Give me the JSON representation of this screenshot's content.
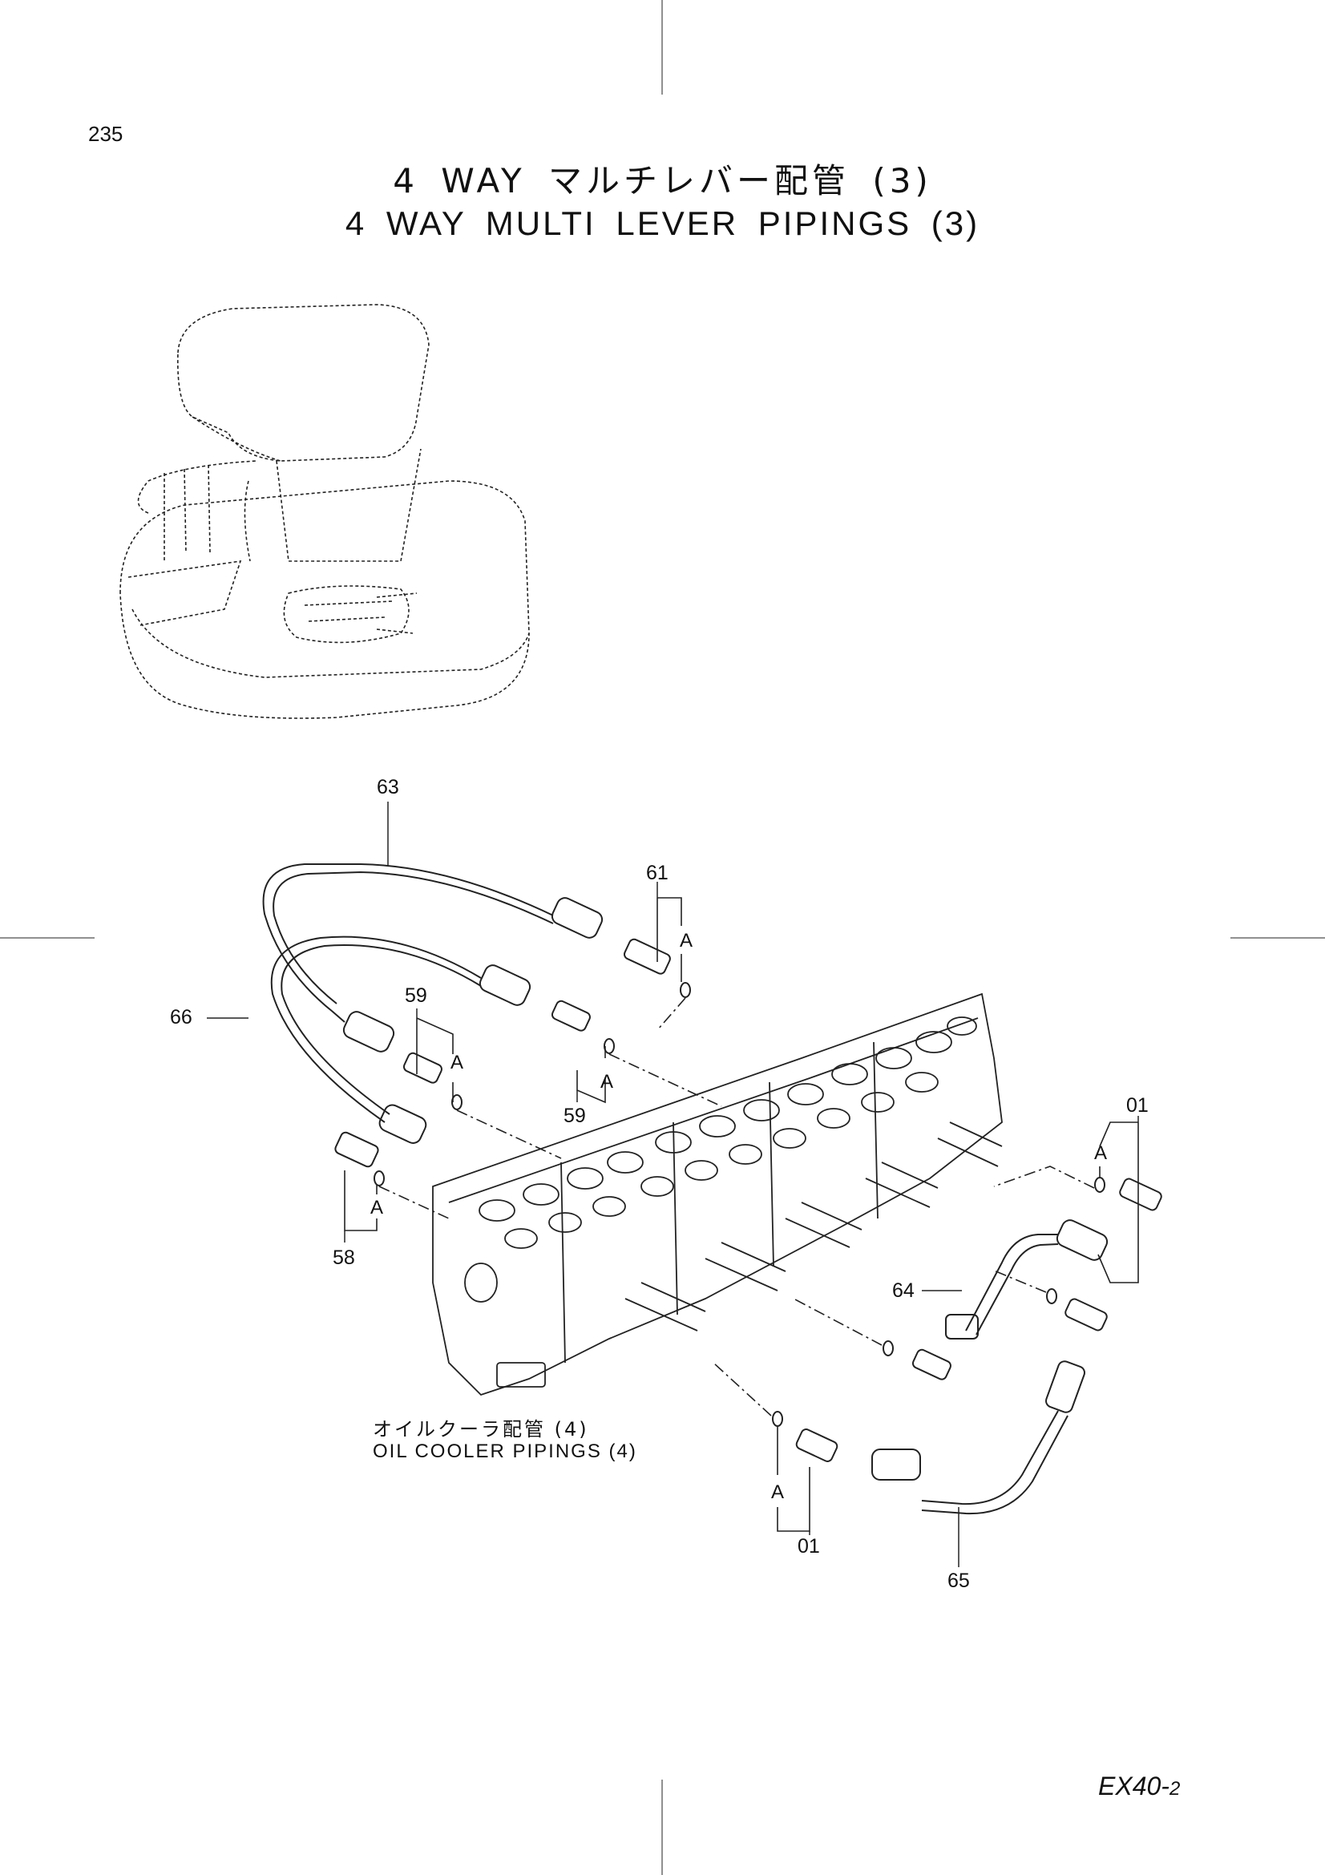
{
  "page": {
    "page_number": "235",
    "title_jp": "4 WAY マルチレバー配管 (3)",
    "title_en": "4 WAY MULTI LEVER PIPINGS (3)",
    "model_code": "EX40-",
    "model_code_suffix": "2"
  },
  "callouts": {
    "c63": "63",
    "c61": "61",
    "c66": "66",
    "c59a": "59",
    "c59b": "59",
    "c58": "58",
    "c01a": "01",
    "c01b": "01",
    "c64": "64",
    "c65": "65"
  },
  "marks": {
    "a1": "A",
    "a2": "A",
    "a3": "A",
    "a4": "A",
    "a5": "A",
    "a6": "A"
  },
  "note": {
    "jp": "オイルクーラ配管 (4)",
    "en": "OIL COOLER PIPINGS (4)"
  }
}
